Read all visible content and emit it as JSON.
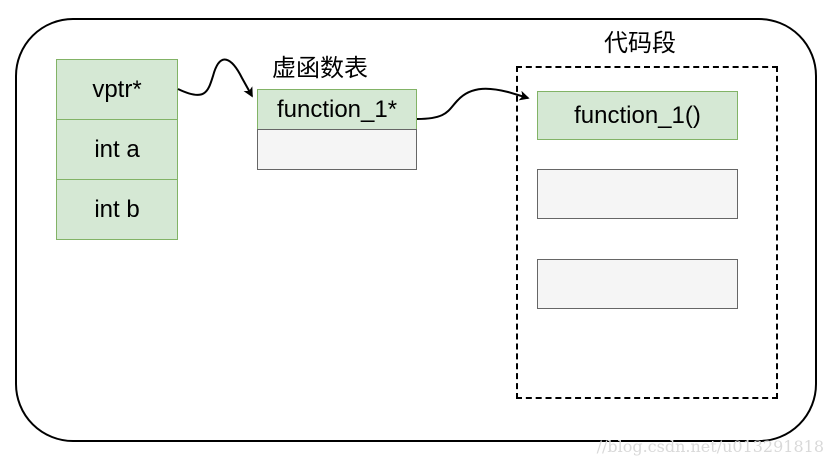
{
  "object": {
    "fields": [
      "vptr*",
      "int a",
      "int b"
    ]
  },
  "vtable": {
    "title": "虚函数表",
    "entries": [
      "function_1*",
      ""
    ]
  },
  "code_segment": {
    "title": "代码段",
    "slots": [
      "function_1()",
      "",
      ""
    ]
  },
  "watermark": "//blog.csdn.net/u013291818",
  "colors": {
    "green_fill": "#d5e8d4",
    "green_stroke": "#82b366",
    "gray_fill": "#f5f5f5",
    "gray_stroke": "#666666"
  }
}
